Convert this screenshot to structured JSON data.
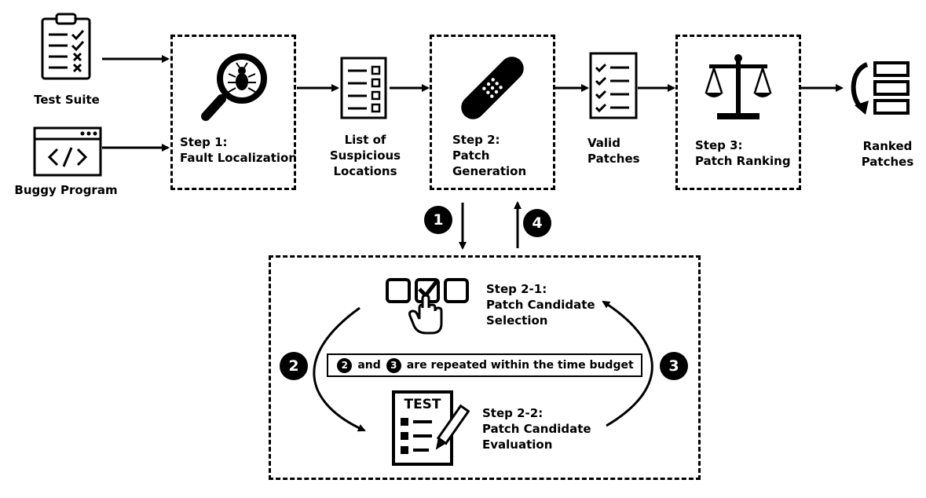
{
  "inputs": {
    "test_suite": "Test Suite",
    "buggy_program": "Buggy Program"
  },
  "steps": {
    "step1": {
      "line1": "Step 1:",
      "line2": "Fault Localization"
    },
    "step2": {
      "line1": "Step 2:",
      "line2": "Patch",
      "line3": "Generation"
    },
    "step3": {
      "line1": "Step 3:",
      "line2": "Patch Ranking"
    }
  },
  "artifacts": {
    "suspicious": {
      "line1": "List of",
      "line2": "Suspicious",
      "line3": "Locations"
    },
    "valid": {
      "line1": "Valid",
      "line2": "Patches"
    },
    "ranked": {
      "line1": "Ranked",
      "line2": "Patches"
    }
  },
  "substeps": {
    "selection": {
      "line1": "Step 2-1:",
      "line2": "Patch Candidate",
      "line3": "Selection"
    },
    "evaluation": {
      "line1": "Step 2-2:",
      "line2": "Patch Candidate",
      "line3": "Evaluation"
    }
  },
  "badges": {
    "b1": "1",
    "b2": "2",
    "b3": "3",
    "b4": "4"
  },
  "note": {
    "badge_a": "2",
    "text_and": "and",
    "badge_b": "3",
    "text_rest": "are repeated within the time budget"
  },
  "test_sheet_title": "TEST",
  "icons": {
    "test_suite": "clipboard-checklist-icon",
    "buggy_program": "code-window-icon",
    "fault_localization": "magnifier-bug-icon",
    "suspicious_locations": "list-document-icon",
    "patch_generation": "bandage-icon",
    "valid_patches": "checklist-document-icon",
    "patch_ranking": "balance-scale-icon",
    "ranked_patches": "ranked-list-icon",
    "selection": "checkbox-hand-icon",
    "evaluation": "test-sheet-pencil-icon"
  }
}
